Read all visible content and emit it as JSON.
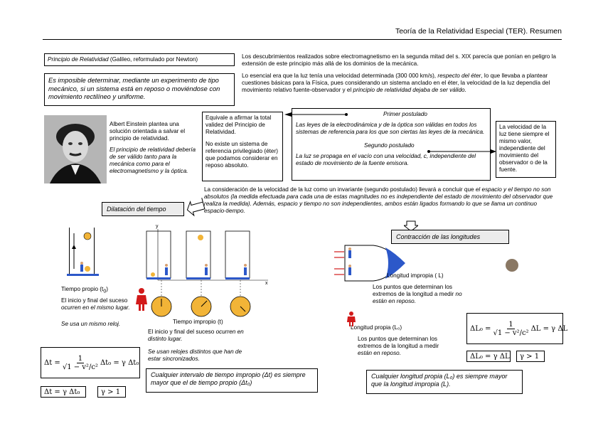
{
  "header": {
    "title": "Teoría de la Relatividad Especial (TER). Resumen"
  },
  "principle_box": {
    "label_italic": "Principio de Relatividad",
    "label_rest": " (Galileo, reformulado por Newton)"
  },
  "intro_text": {
    "p1": "Los descubrimientos realizados sobre electromagnetismo en la segunda mitad del s. XIX parecía que ponían en peligro la extensión de este principio más allá de los dominios de la mecánica.",
    "p2_a": "Lo esencial era que la luz tenía una velocidad  determinada (300 000 km/s), ",
    "p2_b": "respecto del éter",
    "p2_c": ", lo que llevaba a plantear cuestiones básicas para la Física, pues considerando un sistema anclado en el éter, la velocidad de la luz dependía del movimiento relativo fuente-observador y el ",
    "p2_d": "principio de relatividad dejaba de ser válido."
  },
  "impossible_box": {
    "text": "Es imposible determinar, mediante un experimento de tipo mecánico, si un sistema está en reposo o moviéndose con movimiento rectilíneo y uniforme."
  },
  "einstein": {
    "p1": "Albert Einstein plantea una solución orientada a salvar el principio de relatividad.",
    "p2": "El principio de relatividad debería de ser válido tanto para la mecánica como para el electromagnetismo y la óptica."
  },
  "equivalent_box": {
    "p1": "Equivale a afirmar la total validez del Principio de Relatividad.",
    "p2": "No existe un sistema de referencia privilegiado (éter) que podamos considerar en reposo absoluto."
  },
  "postulates": {
    "first_title": "Primer postulado",
    "first_text": "Las leyes de la electrodinámica y de la óptica son válidas en todos los sistemas de referencia para los que son ciertas las leyes de la mecánica.",
    "second_title": "Segundo postulado",
    "second_text": "La luz se propaga en el vacío con una velocidad, c, independiente del estado de movimiento de la fuente emisora."
  },
  "light_speed_box": {
    "text": "La velocidad de la luz tiene siempre el mismo valor, independiente del movimiento del observador o de la fuente."
  },
  "consequence": {
    "a": "La consideración de la velocidad de la luz como un invariante (segundo postulado) llevará a concluir que ",
    "b": "el espacio y el tiempo no son absolutos (la medida efectuada para cada una de estas magnitudes no es independiente del estado de movimiento del observador que realiza la medida). Además, espacio y tiempo no son independientes, ambos están ligados formando lo que se llama un continuo espacio-tiempo."
  },
  "dilation": {
    "title": "Dilatación del tiempo",
    "axis_y": "y",
    "axis_x": "x",
    "proper_label": "Tiempo propio (t",
    "proper_sub": "0",
    "proper_close": ")",
    "proper_desc_a": "El inicio y final del suceso ",
    "proper_desc_b": "ocurren en el mismo lugar.",
    "proper_clock": "Se usa un mismo reloj.",
    "improper_label": "Tiempo impropio (t)",
    "improper_desc_a": "El inicio y final del suceso ",
    "improper_desc_b": "ocurren en distinto lugar.",
    "improper_clock": "Se usan relojes distintos que han de estar sincronizados.",
    "formula_lhs": "Δt =",
    "formula_num": "1",
    "formula_den": "1 − v²/c²",
    "formula_rhs": "Δt₀ = γ Δt₀",
    "short_formula": "Δt = γ Δt₀",
    "gamma": "γ > 1",
    "conclusion": "Cualquier intervalo de tiempo impropio (Δt) es siempre mayor que el de tiempo propio (Δt₀)"
  },
  "contraction": {
    "title": "Contracción de las longitudes",
    "improper_label": "Longitud impropia ( L)",
    "improper_desc_a": "Los puntos que determinan los extremos de la longitud a medir ",
    "improper_desc_b": "no están en reposo.",
    "proper_label": "Longitud propia (L₀)",
    "proper_desc_a": "Los puntos que determinan los extremos de la longitud a medir ",
    "proper_desc_b": "están en reposo.",
    "formula_lhs": "ΔL₀ =",
    "formula_num": "1",
    "formula_den": "1 − v²/c²",
    "formula_rhs": "ΔL = γ ΔL",
    "short_formula": "ΔL₀ = γ ΔL",
    "gamma": "γ > 1",
    "conclusion": "Cualquier longitud propia (L₀) es siempre mayor que la longitud impropia (L)."
  },
  "colors": {
    "floor": "#2c58c9",
    "person_red": "#d21a1a",
    "clock": "#f2b437",
    "box_gray": "#e7e7e7"
  }
}
